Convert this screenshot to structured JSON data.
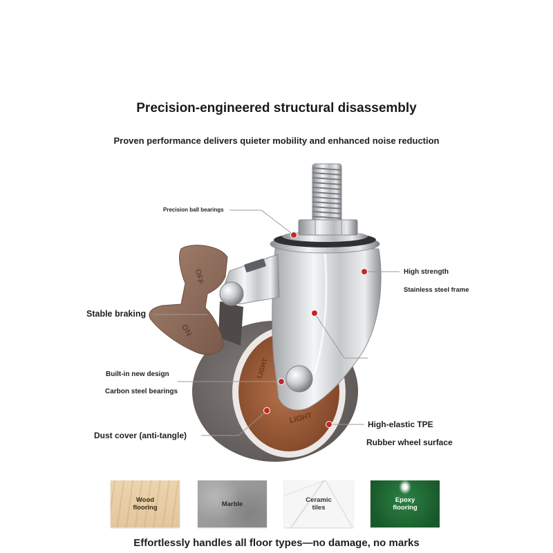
{
  "header": {
    "title": "Precision-engineered structural disassembly",
    "subtitle": "Proven performance delivers quieter mobility and enhanced noise reduction"
  },
  "product": {
    "brake_off_label": "OFF",
    "brake_on_label": "ON",
    "hub_text": "LIGHT"
  },
  "callouts": {
    "ball_bearings": "Precision ball bearings",
    "high_strength": "High strength",
    "stainless_frame": "Stainless steel frame",
    "stable_braking": "Stable braking",
    "built_in_design": "Built-in new design",
    "carbon_bearings": "Carbon steel bearings",
    "dust_cover": "Dust cover (anti-tangle)",
    "tpe": "High-elastic TPE",
    "rubber_surface": "Rubber wheel surface"
  },
  "floors": [
    {
      "label": "Wood flooring"
    },
    {
      "label": "Marble"
    },
    {
      "label": "Ceramic tiles"
    },
    {
      "label": "Epoxy flooring"
    }
  ],
  "footer": {
    "tagline": "Effortlessly handles all floor types—no damage, no marks"
  },
  "colors": {
    "callout_dot": "#c62828",
    "callout_line": "#9a9a9a",
    "brake_pedal": "#8b6b5a",
    "tire": "#6e6967",
    "hub": "#9b5a3a",
    "epoxy_tile": "#1e6a32"
  }
}
